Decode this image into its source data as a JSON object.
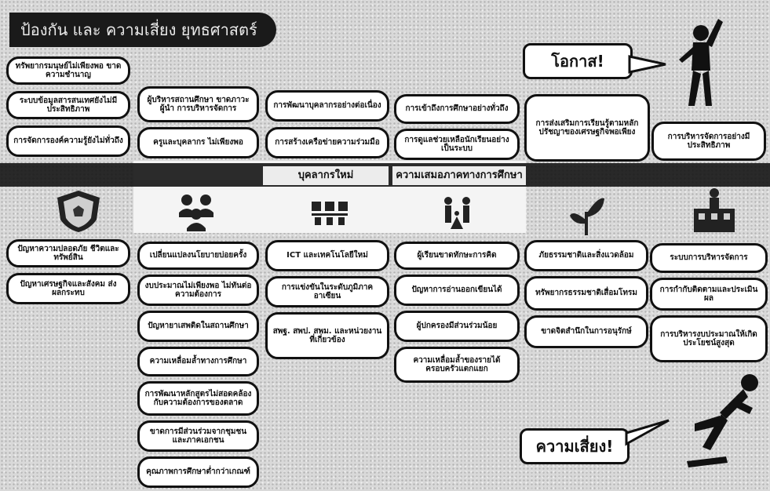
{
  "title": "ป้องกัน และ ความเสี่ยง ยุทธศาสตร์",
  "columns": [
    {
      "heading": "",
      "icon": "shield-icon",
      "top_items": [
        "ทรัพยากรมนุษย์ไม่เพียงพอ ขาดความชำนาญ",
        "ระบบข้อมูลสารสนเทศยังไม่มีประสิทธิภาพ",
        "การจัดการองค์ความรู้ยังไม่ทั่วถึง"
      ],
      "bottom_items": [
        "ปัญหาความปลอดภัย ชีวิตและทรัพย์สิน",
        "ปัญหาเศรษฐกิจและสังคม ส่งผลกระทบ"
      ]
    },
    {
      "heading": "",
      "icon": "people-icon",
      "top_items": [
        "ผู้บริหารสถานศึกษา ขาดภาวะผู้นำ การบริหารจัดการ",
        "ครูและบุคลากร ไม่เพียงพอ"
      ],
      "bottom_items": [
        "เปลี่ยนแปลงนโยบายบ่อยครั้ง",
        "งบประมาณไม่เพียงพอ ไม่ทันต่อความต้องการ",
        "ปัญหายาเสพติดในสถานศึกษา",
        "ความเหลื่อมล้ำทางการศึกษา",
        "การพัฒนาหลักสูตรไม่สอดคล้องกับความต้องการของตลาด",
        "ขาดการมีส่วนร่วมจากชุมชนและภาคเอกชน",
        "คุณภาพการศึกษาต่ำกว่าเกณฑ์"
      ]
    },
    {
      "heading": "บุคลากรใหม่",
      "icon": "network-icon",
      "top_items": [
        "การพัฒนาบุคลากรอย่างต่อเนื่อง",
        "การสร้างเครือข่ายความร่วมมือ"
      ],
      "bottom_items": [
        "ICT และเทคโนโลยีใหม่",
        "การแข่งขันในระดับภูมิภาค อาเซียน",
        "สพฐ. สพป. สพม. และหน่วยงานที่เกี่ยวข้อง"
      ]
    },
    {
      "heading": "ความเสมอภาคทางการศึกษา",
      "icon": "family-icon",
      "top_items": [
        "การเข้าถึงการศึกษาอย่างทั่วถึง",
        "การดูแลช่วยเหลือนักเรียนอย่างเป็นระบบ"
      ],
      "bottom_items": [
        "ผู้เรียนขาดทักษะการคิด",
        "ปัญหาการอ่านออกเขียนได้",
        "ผู้ปกครองมีส่วนร่วมน้อย",
        "ความเหลื่อมล้ำของรายได้ ครอบครัวแตกแยก"
      ]
    },
    {
      "heading": "",
      "icon": "plant-icon",
      "top_items": [
        "การส่งเสริมการเรียนรู้ตามหลักปรัชญาของเศรษฐกิจพอเพียง"
      ],
      "bottom_items": [
        "ภัยธรรมชาติและสิ่งแวดล้อม",
        "ทรัพยากรธรรมชาติเสื่อมโทรม",
        "ขาดจิตสำนึกในการอนุรักษ์"
      ]
    },
    {
      "heading": "",
      "icon": "building-icon",
      "top_items": [
        "การบริหารจัดการอย่างมีประสิทธิภาพ"
      ],
      "bottom_items": [
        "ระบบการบริหารจัดการ",
        "การกำกับติดตามและประเมินผล",
        "การบริหารงบประมาณให้เกิดประโยชน์สูงสุด"
      ]
    }
  ],
  "callouts": {
    "opportunity": "โอกาส!",
    "risk": "ความเสี่ยง!"
  },
  "colors": {
    "background": "#d9d9d9",
    "ink": "#111111",
    "pill_fill": "#ffffff"
  }
}
